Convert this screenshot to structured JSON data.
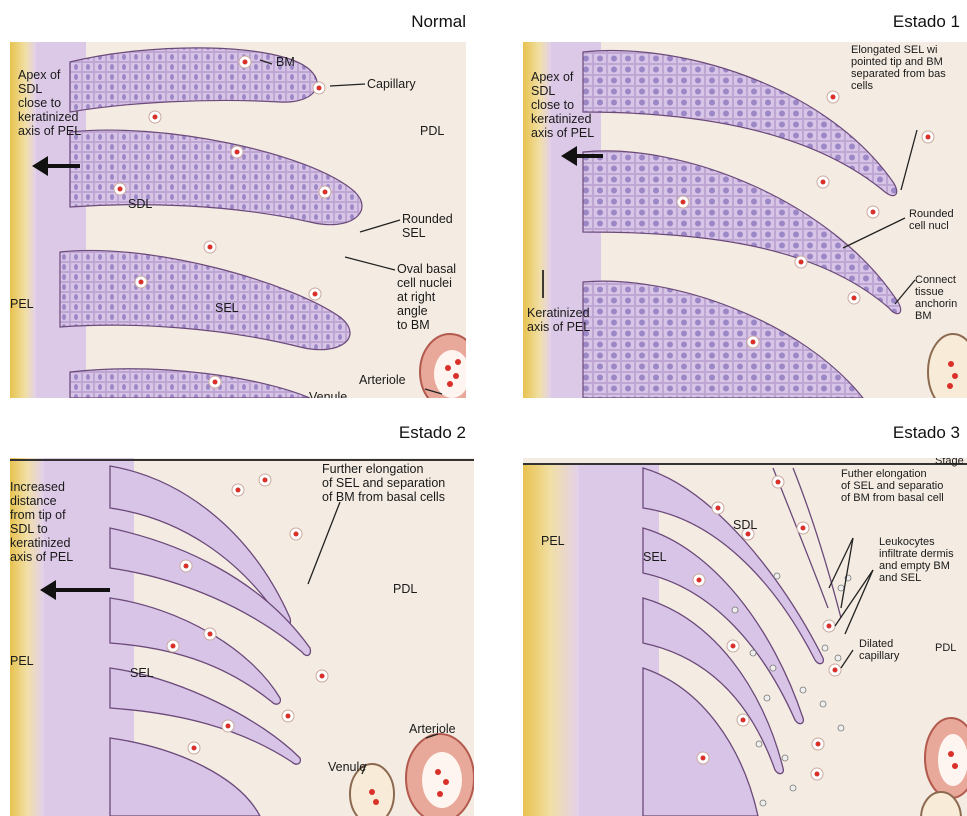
{
  "panels": [
    {
      "title": "Normal",
      "labels": {
        "apex": "Apex of\nSDL\nclose to\nkeratinized\naxis of PEL",
        "bm": "BM",
        "capillary": "Capillary",
        "pdl": "PDL",
        "sdl": "SDL",
        "rounded_sel": "Rounded\nSEL",
        "oval": "Oval basal\ncell nuclei\nat right\nangle\nto BM",
        "pel": "PEL",
        "sel": "SEL",
        "arteriole": "Arteriole",
        "venule": "Venule"
      }
    },
    {
      "title": "Estado 1",
      "labels": {
        "apex": "Apex of\nSDL\nclose to\nkeratinized\naxis of PEL",
        "elongated": "Elongated SEL wi\npointed tip and BM\nseparated from bas\ncells",
        "rounded_nuclei": "Rounded\ncell nucl",
        "connective": "Connect\ntissue\nanchorin\nBM",
        "keratinized": "Keratinized\naxis of PEL"
      }
    },
    {
      "title": "Estado 2",
      "labels": {
        "increased": "Increased\ndistance\nfrom tip of\nSDL to\nkeratinized\naxis of PEL",
        "further": "Further elongation\nof SEL and separation\nof BM from basal cells",
        "pdl": "PDL",
        "pel": "PEL",
        "sel": "SEL",
        "arteriole": "Arteriole",
        "venule": "Venule"
      }
    },
    {
      "title": "Estado 3",
      "labels": {
        "stage": "Stage",
        "further": "Futher elongation\nof SEL and separatio\nof BM from basal cell",
        "sdl": "SDL",
        "pel": "PEL",
        "sel": "SEL",
        "leukocytes": "Leukocytes\ninfiltrate dermis\nand empty BM\nand SEL",
        "dilated": "Dilated\ncapillary",
        "pdl": "PDL"
      }
    }
  ],
  "colors": {
    "pel_yellow": "#e9c75a",
    "epidermis": "#d9c6e8",
    "cell_nucleus": "#9e8cc8",
    "dermis": "#f4ece1",
    "capillary_red": "#d9302a",
    "bm_line": "#6b4a7a"
  }
}
